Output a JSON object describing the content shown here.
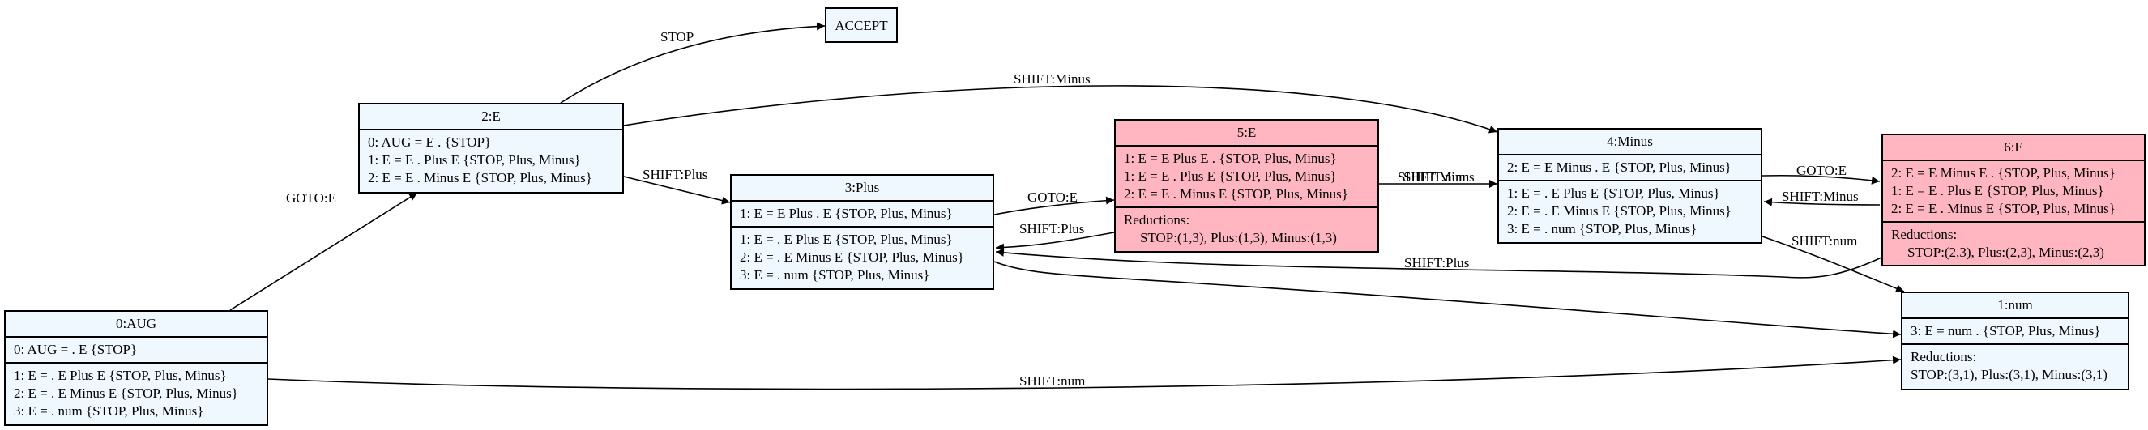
{
  "colors": {
    "default_fill": "#f0f8ff",
    "conflict_fill": "#ffb6c1",
    "stroke": "#000000"
  },
  "nodes": {
    "accept": {
      "title": "ACCEPT"
    },
    "n0": {
      "title": "0:AUG",
      "kernel": [
        "0: AUG = . E {STOP}"
      ],
      "closure": [
        "1: E = . E Plus E {STOP, Plus, Minus}",
        "2: E = . E Minus E {STOP, Plus, Minus}",
        "3: E = . num {STOP, Plus, Minus}"
      ]
    },
    "n2": {
      "title": "2:E",
      "kernel": [
        "0: AUG = E . {STOP}",
        "1: E = E . Plus E {STOP, Plus, Minus}",
        "2: E = E . Minus E {STOP, Plus, Minus}"
      ]
    },
    "n3": {
      "title": "3:Plus",
      "kernel": [
        "1: E = E Plus . E {STOP, Plus, Minus}"
      ],
      "closure": [
        "1: E = . E Plus E {STOP, Plus, Minus}",
        "2: E = . E Minus E {STOP, Plus, Minus}",
        "3: E = . num {STOP, Plus, Minus}"
      ]
    },
    "n5": {
      "title": "5:E",
      "kernel": [
        "1: E = E Plus E . {STOP, Plus, Minus}",
        "1: E = E . Plus E {STOP, Plus, Minus}",
        "2: E = E . Minus E {STOP, Plus, Minus}"
      ],
      "reductions_label": "Reductions:",
      "reductions": "STOP:(1,3), Plus:(1,3), Minus:(1,3)"
    },
    "n4": {
      "title": "4:Minus",
      "kernel": [
        "2: E = E Minus . E {STOP, Plus, Minus}"
      ],
      "closure": [
        "1: E = . E Plus E {STOP, Plus, Minus}",
        "2: E = . E Minus E {STOP, Plus, Minus}",
        "3: E = . num {STOP, Plus, Minus}"
      ]
    },
    "n6": {
      "title": "6:E",
      "kernel": [
        "2: E = E Minus E . {STOP, Plus, Minus}",
        "1: E = E . Plus E {STOP, Plus, Minus}",
        "2: E = E . Minus E {STOP, Plus, Minus}"
      ],
      "reductions_label": "Reductions:",
      "reductions": "STOP:(2,3), Plus:(2,3), Minus:(2,3)"
    },
    "n1": {
      "title": "1:num",
      "kernel": [
        "3: E = num . {STOP, Plus, Minus}"
      ],
      "reductions_label": "Reductions:",
      "reductions": "STOP:(3,1), Plus:(3,1), Minus:(3,1)"
    }
  },
  "edges": {
    "e2_accept": "STOP",
    "e0_2": "GOTO:E",
    "e0_1": "SHIFT:num",
    "e2_4": "SHIFT:Minus",
    "e2_3": "SHIFT:Plus",
    "e3_5": "GOTO:E",
    "e5_3": "SHIFT:Plus",
    "e3_1": "SHIFT:num",
    "e5_4": "SHIFT:Minus",
    "e4_6": "GOTO:E",
    "e6_4": "SHIFT:Minus",
    "e4_1": "SHIFT:num",
    "e6_3": "SHIFT:Plus"
  }
}
